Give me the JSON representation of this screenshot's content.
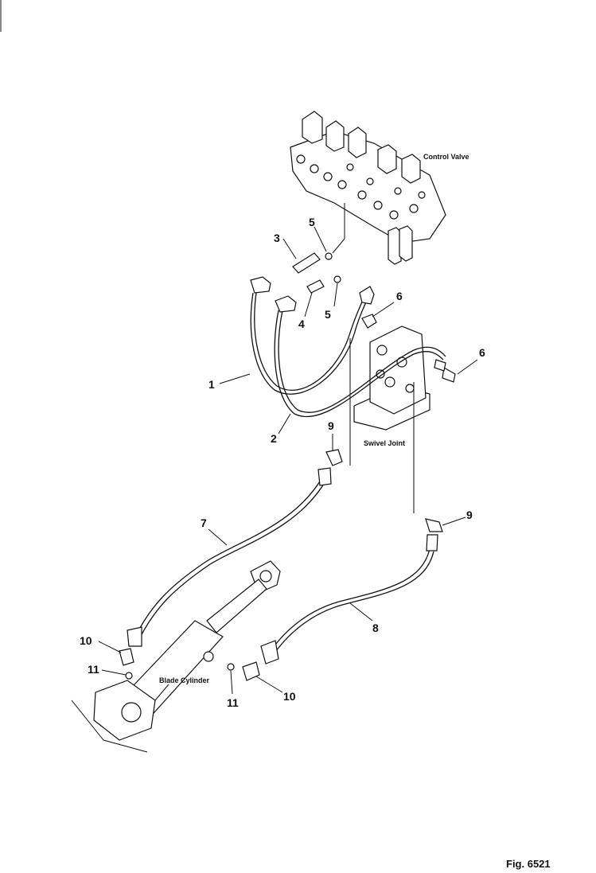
{
  "labels": {
    "control_valve": "Control Valve",
    "swivel_joint": "Swivel Joint",
    "blade_cylinder": "Blade Cylinder",
    "figure": "Fig. 6521"
  },
  "part_numbers": {
    "p1": "1",
    "p2": "2",
    "p3": "3",
    "p4": "4",
    "p5a": "5",
    "p5b": "5",
    "p6a": "6",
    "p6b": "6",
    "p7": "7",
    "p8": "8",
    "p9a": "9",
    "p9b": "9",
    "p10a": "10",
    "p10b": "10",
    "p11a": "11",
    "p11b": "11"
  }
}
